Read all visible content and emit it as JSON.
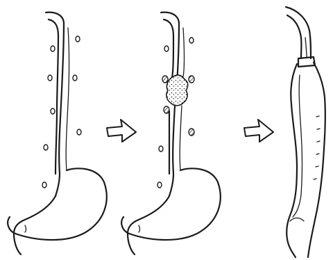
{
  "figure": {
    "panels": [
      {
        "name": "normal-esophagus-stomach",
        "icon": "esophagus-stomach-normal"
      },
      {
        "name": "esophageal-tumor-lymph-nodes",
        "icon": "esophagus-stomach-tumor"
      },
      {
        "name": "gastric-tube-reconstruction",
        "icon": "gastric-conduit"
      }
    ],
    "arrows": [
      {
        "name": "step-arrow-1",
        "icon": "right-arrow-icon"
      },
      {
        "name": "step-arrow-2",
        "icon": "right-arrow-icon"
      }
    ],
    "colors": {
      "ink": "#1a1a1a",
      "background": "#ffffff"
    }
  }
}
